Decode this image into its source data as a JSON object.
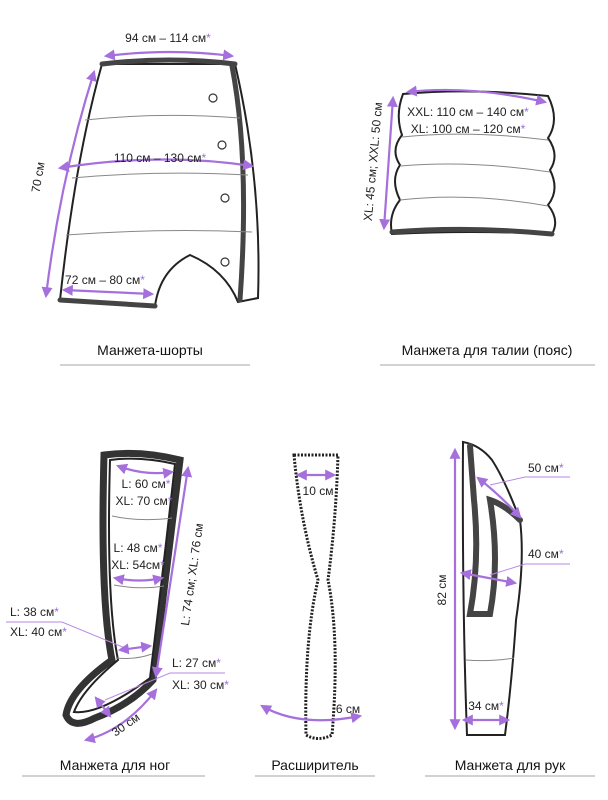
{
  "asterisk": "*",
  "colors": {
    "accent": "#a56fdc",
    "outline": "#222222"
  },
  "shorts": {
    "caption": "Манжета-шорты",
    "waist": "94 см – 114 см",
    "hips": "110 см – 130 см",
    "length": "70 см",
    "leg": "72 см – 80 см"
  },
  "waist_cuff": {
    "caption": "Манжета для талии (пояс)",
    "xxl_girth": "XXL: 110 см – 140 см",
    "xl_girth": "XL: 100 см – 120 см",
    "height": "XL: 45 см; XXL: 50 см"
  },
  "leg_cuff": {
    "caption": "Манжета для ног",
    "top_l": "L: 60 см",
    "top_xl": "XL: 70 см",
    "mid_l": "L: 48 см",
    "mid_xl": "XL: 54см",
    "length": "L: 74 см; XL: 76 см",
    "calf_l": "L: 38 см",
    "calf_xl": "XL: 40 см",
    "ankle_l": "L: 27 см",
    "ankle_xl": "XL: 30 см",
    "foot": "30 см"
  },
  "extender": {
    "caption": "Расширитель",
    "width_top": "10 см",
    "width_bottom": "6 см"
  },
  "arm_cuff": {
    "caption": "Манжета для рук",
    "top": "50 см",
    "mid": "40 см",
    "length": "82 см",
    "wrist": "34 см"
  }
}
